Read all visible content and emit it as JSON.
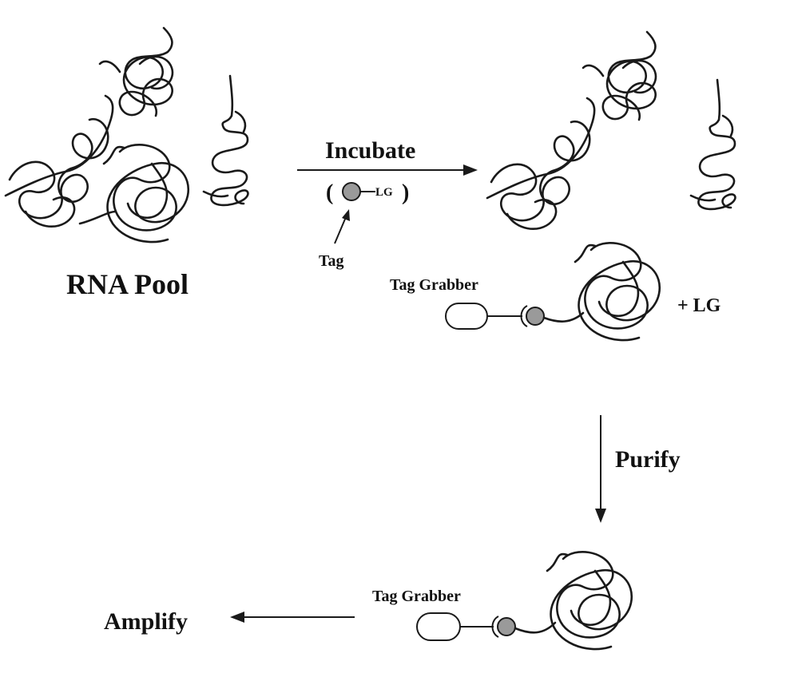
{
  "labels": {
    "rna_pool": "RNA Pool",
    "incubate": "Incubate",
    "paren_open": "(",
    "paren_close": ")",
    "lg_small": "LG",
    "tag": "Tag",
    "tag_grabber_top": "Tag Grabber",
    "plus_lg": "+ LG",
    "purify": "Purify",
    "tag_grabber_bottom": "Tag Grabber",
    "amplify": "Amplify"
  },
  "colors": {
    "ink": "#1a1a1a",
    "bead": "#9a9a9a",
    "background": "#ffffff"
  }
}
